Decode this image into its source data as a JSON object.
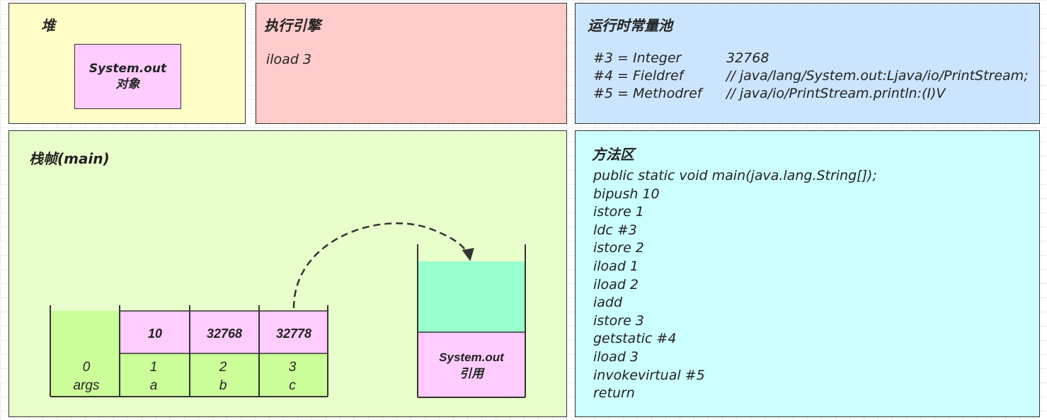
{
  "heap": {
    "title": "堆",
    "object_line1": "System.out",
    "object_line2": "对象"
  },
  "engine": {
    "title": "执行引擎",
    "instruction": "iload 3"
  },
  "constant_pool": {
    "title": "运行时常量池",
    "entries": [
      {
        "ref": "#3 = Integer",
        "value": "32768"
      },
      {
        "ref": "#4 = Fieldref",
        "value": "// java/lang/System.out:Ljava/io/PrintStream;"
      },
      {
        "ref": "#5 = Methodref",
        "value": "// java/io/PrintStream.println:(I)V"
      }
    ]
  },
  "stack_frame": {
    "title": "栈帧(main)",
    "local_vars": [
      {
        "index": "0",
        "name": "args",
        "value": ""
      },
      {
        "index": "1",
        "name": "a",
        "value": "10"
      },
      {
        "index": "2",
        "name": "b",
        "value": "32768"
      },
      {
        "index": "3",
        "name": "c",
        "value": "32778"
      }
    ],
    "operand_stack": {
      "item_line1": "System.out",
      "item_line2": "引用"
    }
  },
  "method_area": {
    "title": "方法区",
    "lines": [
      "public static void main(java.lang.String[]);",
      "bipush 10",
      "istore 1",
      "ldc #3",
      "istore 2",
      "iload 1",
      "iload 2",
      "iadd",
      "istore 3",
      "getstatic #4",
      "iload 3",
      "invokevirtual #5",
      "return"
    ]
  },
  "colors": {
    "heap_bg": "#fffec8",
    "engine_bg": "#ffcccc",
    "pool_bg": "#cce5ff",
    "frame_bg": "#e9ffcb",
    "method_bg": "#ccffff",
    "slot_value_bg": "#ffccff",
    "slot_index_bg": "#ccff99",
    "stack_top_bg": "#99ffcc"
  }
}
